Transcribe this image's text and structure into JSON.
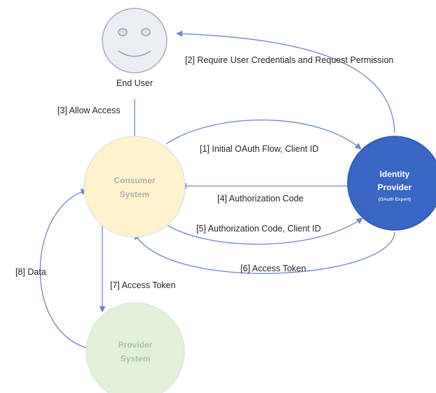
{
  "nodes": {
    "end_user": {
      "label": "End User"
    },
    "consumer": {
      "line1": "Consumer",
      "line2": "System"
    },
    "identity": {
      "line1": "Identity",
      "line2": "Provider",
      "sub": "(OAuth Expert)"
    },
    "provider": {
      "line1": "Provider",
      "line2": "System"
    }
  },
  "edges": {
    "step1": "[1] Initial OAuth Flow, Client ID",
    "step2": "[2] Require User Credentials and Request Permission",
    "step3": "[3] Allow Access",
    "step4": "[4] Authorization Code",
    "step5": "[5] Authorization Code, Client ID",
    "step6": "[6] Access Token",
    "step7": "[7] Access Token",
    "step8": "[8] Data"
  },
  "colors": {
    "end_user_fill": "#eaedf2",
    "end_user_stroke": "#a6adb8",
    "consumer_fill": "#fff2cc",
    "consumer_stroke": "#dfe4ea",
    "consumer_text": "#b1b1b1",
    "identity_fill": "#3a66c4",
    "identity_stroke": "#2f58b0",
    "identity_text": "#ffffff",
    "provider_fill": "#e2efd9",
    "provider_stroke": "#dfe4ea",
    "provider_text": "#a9c89a",
    "arrow": "#6f86c0"
  }
}
